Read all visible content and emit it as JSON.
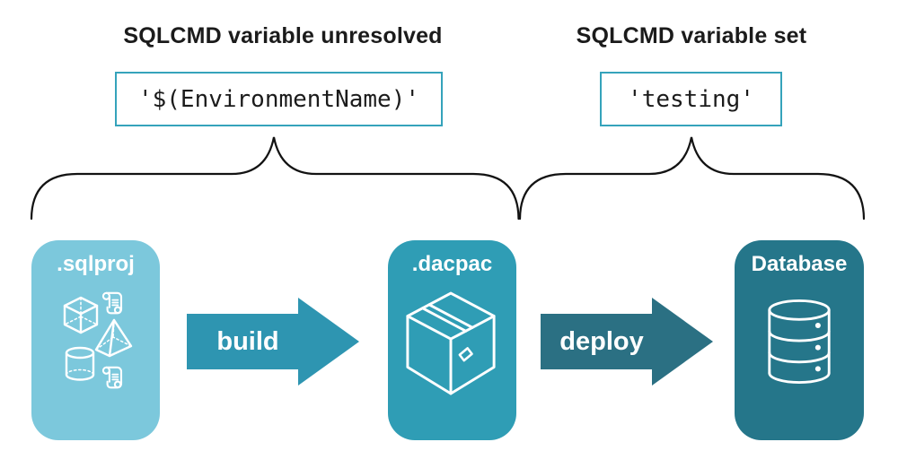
{
  "headings": {
    "left": "SQLCMD variable unresolved",
    "right": "SQLCMD variable set"
  },
  "code_boxes": {
    "left": "'$(EnvironmentName)'",
    "right": "'testing'"
  },
  "nodes": [
    {
      "label": ".sqlproj",
      "color": "#7cc8dc",
      "icon": "sql-objects-icon"
    },
    {
      "label": ".dacpac",
      "color": "#2f9db5",
      "icon": "package-icon"
    },
    {
      "label": "Database",
      "color": "#25768a",
      "icon": "database-icon"
    }
  ],
  "arrows": [
    {
      "label": "build",
      "color": "#2e95b1"
    },
    {
      "label": "deploy",
      "color": "#2b7083"
    }
  ],
  "colors": {
    "background": "#ffffff",
    "heading_text": "#1b1b1b",
    "code_text": "#1b1b1b",
    "code_box_border": "#35a3bb",
    "brace": "#131313",
    "icon_stroke": "#ffffff"
  }
}
